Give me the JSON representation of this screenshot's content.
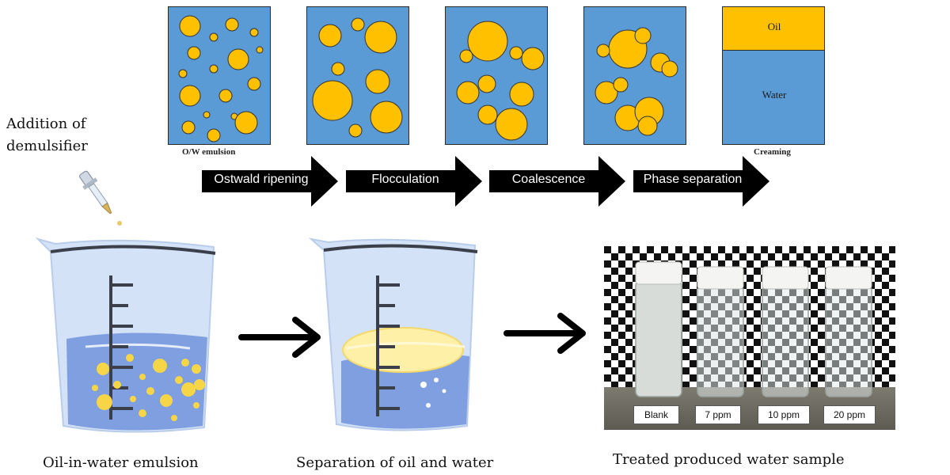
{
  "demulsifier_label": {
    "line1": "Addition of",
    "line2": "demulsifier"
  },
  "stages": [
    {
      "caption": "O/W emulsion"
    },
    {
      "caption": ""
    },
    {
      "caption": ""
    },
    {
      "caption": ""
    },
    {
      "caption": "Creaming",
      "top_phase": "Oil",
      "bottom_phase": "Water"
    }
  ],
  "processes": [
    "Ostwald ripening",
    "Flocculation",
    "Coalescence",
    "Phase separation"
  ],
  "beakers": {
    "emulsion_label": "Oil-in-water emulsion",
    "separated_label": "Separation of oil and water"
  },
  "sample_photo": {
    "title": "Treated produced water sample",
    "vials": [
      "Blank",
      "7 ppm",
      "10 ppm",
      "20 ppm"
    ]
  },
  "colors": {
    "water_blue": "#5b9bd5",
    "oil_yellow": "#ffc000",
    "arrow_black": "#000000",
    "beaker_glass": "#cfe0f5",
    "beaker_liquid": "#7f9fe0"
  }
}
